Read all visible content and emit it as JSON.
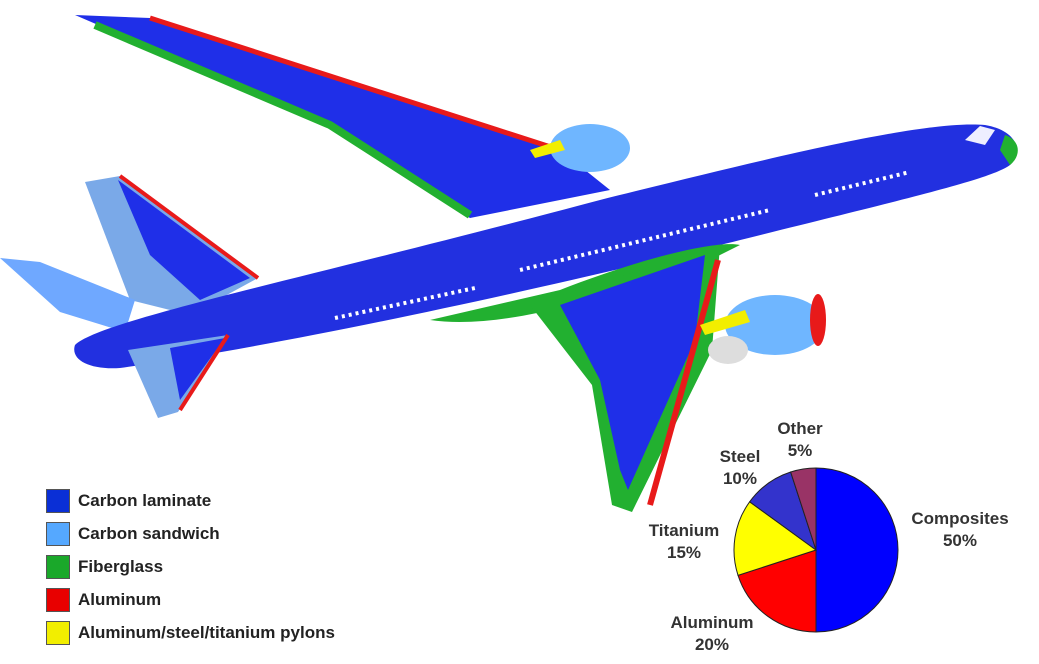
{
  "legend": [
    {
      "label": "Carbon laminate",
      "color": "#0a2fd6"
    },
    {
      "label": "Carbon sandwich",
      "color": "#55a8ff"
    },
    {
      "label": "Fiberglass",
      "color": "#1aa82a"
    },
    {
      "label": "Aluminum",
      "color": "#e80000"
    },
    {
      "label": "Aluminum/steel/titanium pylons",
      "color": "#f2ee00"
    }
  ],
  "chart_data": {
    "type": "pie",
    "title": "",
    "slices": [
      {
        "label": "Composites",
        "pct_label": "50%",
        "value": 50,
        "color": "#0000ff"
      },
      {
        "label": "Aluminum",
        "pct_label": "20%",
        "value": 20,
        "color": "#ff0000"
      },
      {
        "label": "Titanium",
        "pct_label": "15%",
        "value": 15,
        "color": "#ffff00"
      },
      {
        "label": "Steel",
        "pct_label": "10%",
        "value": 10,
        "color": "#3333cc"
      },
      {
        "label": "Other",
        "pct_label": "5%",
        "value": 5,
        "color": "#993366"
      }
    ]
  }
}
